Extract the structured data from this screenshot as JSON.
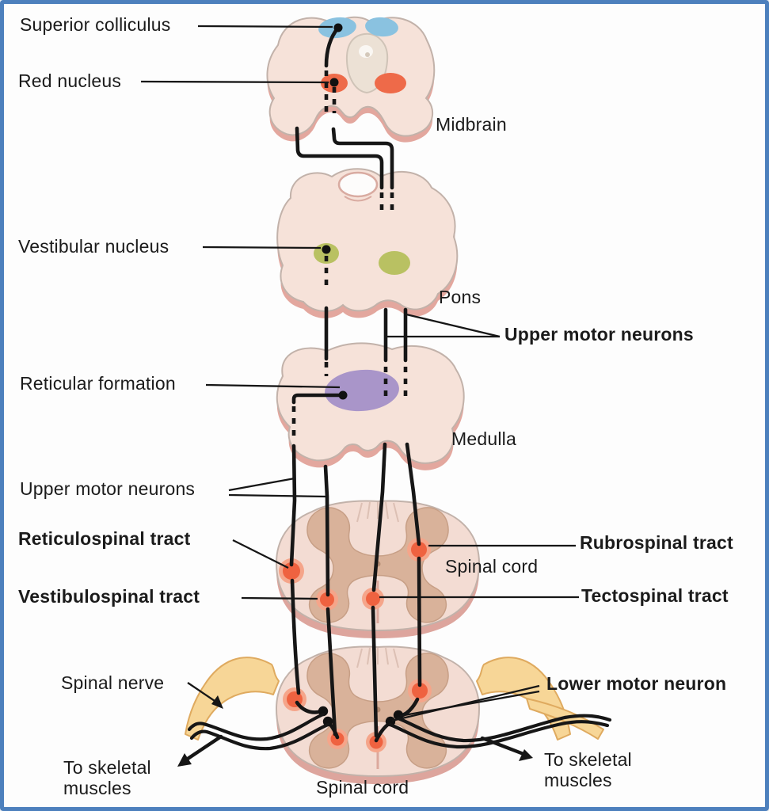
{
  "labels": {
    "superior_colliculus": "Superior colliculus",
    "red_nucleus": "Red nucleus",
    "midbrain": "Midbrain",
    "vestibular_nucleus": "Vestibular nucleus",
    "pons": "Pons",
    "upper_motor_neurons_right": "Upper motor neurons",
    "reticular_formation": "Reticular formation",
    "medulla": "Medulla",
    "upper_motor_neurons_left": "Upper motor neurons",
    "reticulospinal_tract": "Reticulospinal tract",
    "rubrospinal_tract": "Rubrospinal tract",
    "spinal_cord_upper": "Spinal cord",
    "vestibulospinal_tract": "Vestibulospinal tract",
    "tectospinal_tract": "Tectospinal tract",
    "spinal_nerve": "Spinal nerve",
    "lower_motor_neuron": "Lower motor neuron",
    "to_skeletal_muscles_left": "To skeletal\nmuscles",
    "to_skeletal_muscles_right": "To skeletal\nmuscles",
    "spinal_cord_lower": "Spinal cord"
  },
  "colors": {
    "frame": "#4d80bd",
    "background": "#fdfdfd",
    "section_fill": "#f6e2d9",
    "section_edge": "#e3a79e",
    "section_outline": "#c2b2aa",
    "superior_colliculus_fill": "#8ac2e0",
    "red_nucleus_fill": "#ee6a49",
    "vestibular_nucleus_fill": "#b9c162",
    "reticular_formation_fill": "#a995c9",
    "gray_matter": "#d9b29a",
    "tract_spot_core": "#ef6240",
    "tract_spot_halo": "#f5a58a",
    "spinal_nerve_fill": "#f7d697",
    "spinal_nerve_edge": "#dfaa5f",
    "pathway_line": "#161616",
    "text": "#1b1b1b"
  }
}
